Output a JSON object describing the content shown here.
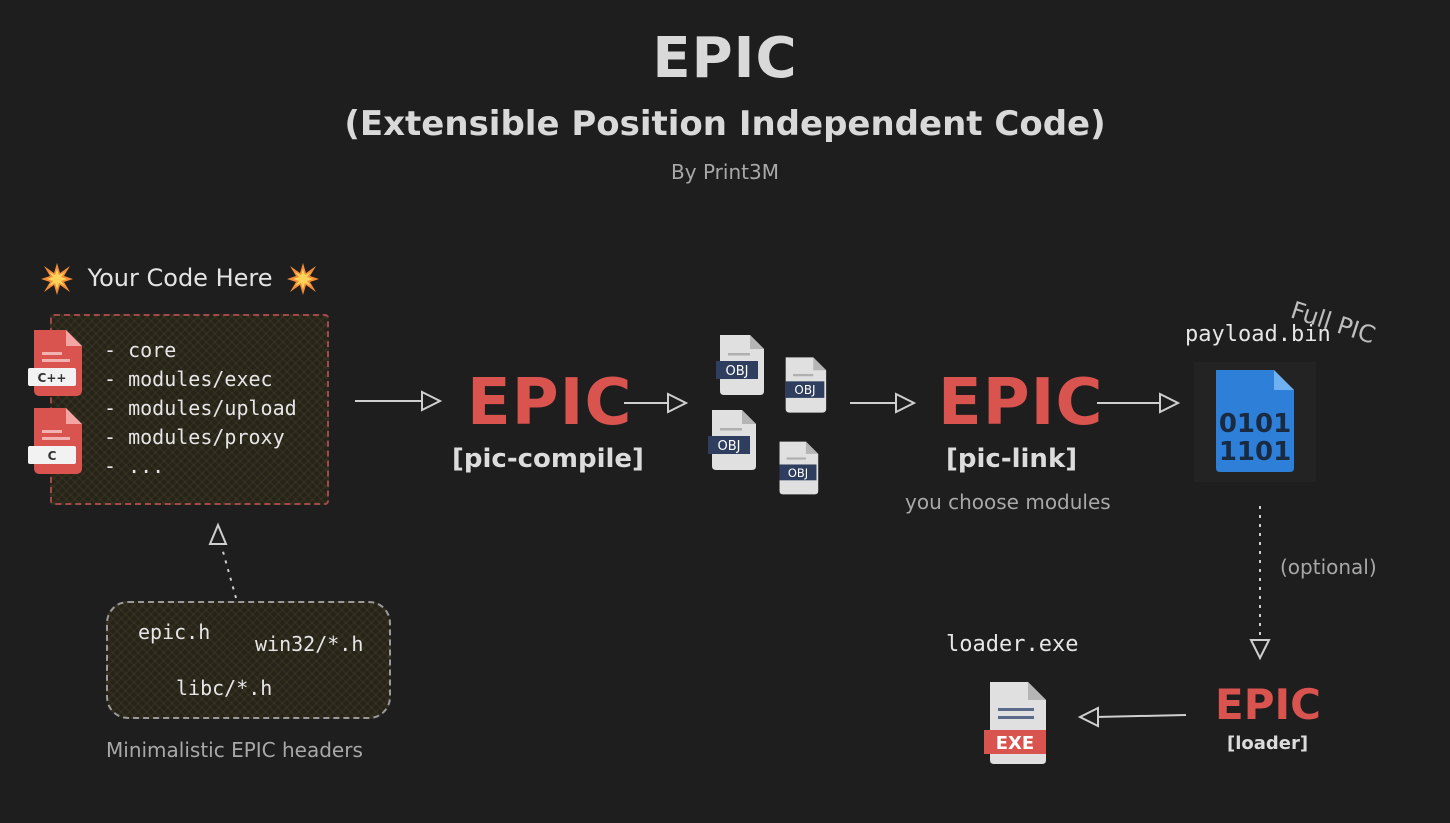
{
  "header": {
    "title": "EPIC",
    "subtitle": "(Extensible Position Independent Code)",
    "author": "By Print3M"
  },
  "source": {
    "heading": "Your Code Here",
    "items": [
      "- core",
      "- modules/exec",
      "- modules/upload",
      "- modules/proxy",
      "- ..."
    ],
    "file_icons": [
      {
        "label": "C++",
        "color": "#d9534f"
      },
      {
        "label": "C",
        "color": "#d9534f"
      }
    ]
  },
  "headers": {
    "files": [
      "epic.h",
      "win32/*.h",
      "libc/*.h"
    ],
    "caption": "Minimalistic EPIC headers"
  },
  "compile_step": {
    "name": "EPIC",
    "tag": "[pic-compile]"
  },
  "objects": {
    "label": "OBJ",
    "count": 4,
    "badge_color": "#2f3e5e"
  },
  "link_step": {
    "name": "EPIC",
    "tag": "[pic-link]",
    "note": "you choose modules"
  },
  "payload": {
    "filename": "payload.bin",
    "note": "Full PIC",
    "icon_text": [
      "0101",
      "1101"
    ],
    "color": "#2d7fd8"
  },
  "optional_note": "(optional)",
  "loader_step": {
    "name": "EPIC",
    "tag": "[loader]"
  },
  "loader_output": {
    "filename": "loader.exe",
    "icon_label": "EXE",
    "badge_color": "#d9534f"
  },
  "colors": {
    "background": "#1e1e1e",
    "accent": "#d9534f",
    "text": "#dcdcdc"
  }
}
